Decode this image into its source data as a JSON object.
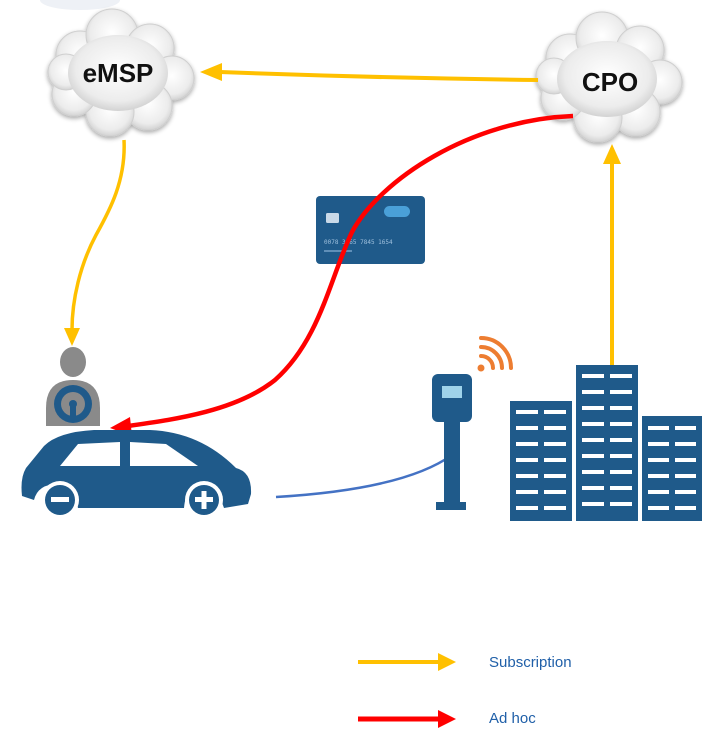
{
  "nodes": {
    "emsp": {
      "label": "eMSP"
    },
    "cpo": {
      "label": "CPO"
    }
  },
  "card": {
    "number": "0078 3265 7845 1654",
    "holder": ""
  },
  "legend": [
    {
      "label": "Subscription",
      "color": "#ffc000"
    },
    {
      "label": "Ad hoc",
      "color": "#ff0000"
    }
  ],
  "colors": {
    "subscription": "#ffc000",
    "ad_hoc": "#ff0000",
    "cable": "#4472c4",
    "icon_blue": "#1f5a8a",
    "wifi": "#ed7d31",
    "cloud": "#e6e6e6"
  },
  "icons": [
    "cloud-icon",
    "driver-icon",
    "car-icon",
    "credit-card-icon",
    "charging-station-icon",
    "wifi-icon",
    "buildings-icon"
  ]
}
